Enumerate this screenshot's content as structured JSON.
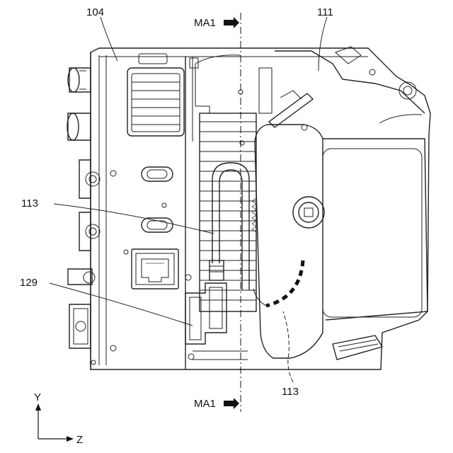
{
  "labels": {
    "housing_104": "104",
    "grip_111": "111",
    "cable_113_upper": "113",
    "cable_113_lower": "113",
    "bracket_129": "129",
    "section_top": "MA1",
    "section_bottom": "MA1"
  },
  "axes": {
    "y": "Y",
    "z": "Z"
  }
}
